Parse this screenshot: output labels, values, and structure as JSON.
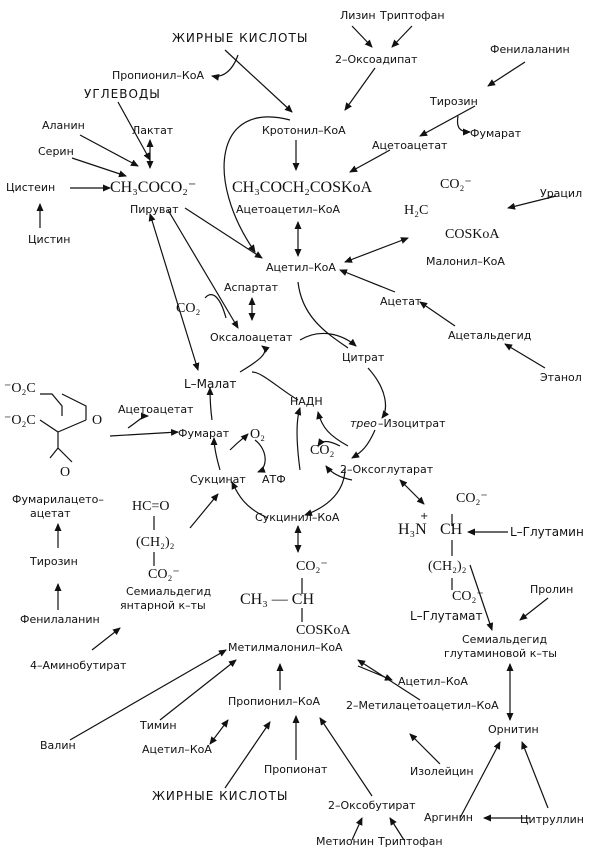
{
  "labels": {
    "lysine": "Лизин",
    "tryptophan_top": "Триптофан",
    "fatty_acids_top": "ЖИРНЫЕ КИСЛОТЫ",
    "oxoadipate": "2–Оксоадипат",
    "phenylalanine_top": "Фенилаланин",
    "propionyl_coa_top": "Пропионил–КоА",
    "carbohydrates": "УГЛЕВОДЫ",
    "tyrosine_top": "Тирозин",
    "alanine": "Аланин",
    "lactate": "Лактат",
    "crotonyl_coa": "Кротонил–КоА",
    "fumarate_top": "Фумарат",
    "serine": "Серин",
    "acetoacetate_top": "Ацетоацетат",
    "cysteine": "Цистеин",
    "pyruvate_formula": "CH₃COCO₂⁻",
    "acetoacetyl_formula": "CH₃COCH₂COSKoA",
    "uracil": "Урацил",
    "pyruvate": "Пируват",
    "acetoacetyl_coa": "Ацетоацетил–КоА",
    "cystine": "Цистин",
    "malonyl_co2": "CO₂⁻",
    "malonyl_h2c": "H₂C",
    "malonyl_cos": "COSKoA",
    "malonyl_coa": "Малонил–КоА",
    "acetyl_coa": "Ацетил–КоА",
    "aspartate": "Аспартат",
    "acetate": "Ацетат",
    "co2_left": "CO₂",
    "acetaldehyde": "Ацетальдегид",
    "oxaloacetate": "Оксалоацетат",
    "citrate": "Цитрат",
    "ethanol": "Этанол",
    "l_malate": "L–Малат",
    "nadh": "НАДН",
    "acetoacetate_left": "Ацетоацетат",
    "threo": "трео",
    "isocitrate": "–Изоцитрат",
    "fumarate": "Фумарат",
    "o2": "O₂",
    "co2_cycle": "CO₂",
    "oxoglutarate": "2–Оксоглутарат",
    "succinate": "Сукцинат",
    "atp": "АТФ",
    "fma_o2c": "⁻O₂C",
    "fma_o2c2": "⁻O₂C",
    "fma_o_top": "O",
    "fma_o_bottom": "O",
    "fumarylacetoacetate_1": "Фумарилацето–",
    "fumarylacetoacetate_2": "ацетат",
    "hc_o": "HC=O",
    "succinyl_coa": "Сукцинил–КоА",
    "glu_co2": "CO₂⁻",
    "glu_h3n": "H₃N",
    "glu_ch": "CH",
    "glu_plus": "+",
    "l_glutamine": "L–Глутамин",
    "ch2_2_left": "(CH₂)₂",
    "tyrosine_left": "Тирозин",
    "mm_co2": "CO₂⁻",
    "ch2_2_right": "(CH₂)₂",
    "proline": "Пролин",
    "co2_semi": "CO₂⁻",
    "semialdehyde_succ_1": "Семиальдегид",
    "semialdehyde_succ_2": "янтарной к–ты",
    "ch3_ch": "CH₃ — CH",
    "glu_co2_bottom": "CO₂⁻",
    "l_glutamate": "L–Глутамат",
    "phenylalanine_left": "Фенилаланин",
    "cos_koa": "COSKoA",
    "semialdehyde_glu_1": "Семиальдегид",
    "semialdehyde_glu_2": "глутаминовой к–ты",
    "aminobutyrate": "4–Аминобутират",
    "methylmalonyl_coa": "Метилмалонил–КоА",
    "acetyl_coa_right": "Ацетил–КоА",
    "propionyl_coa": "Пропионил–КоА",
    "methylacetoacetyl": "2–Метилацетоацетил–КоА",
    "thymine": "Тимин",
    "valine": "Валин",
    "ornithine": "Орнитин",
    "acetyl_coa_bottom": "Ацетил–КоА",
    "propionate": "Пропионат",
    "isoleucine": "Изолейцин",
    "fatty_acids_bottom": "ЖИРНЫЕ КИСЛОТЫ",
    "oxobutyrate": "2–Оксобутират",
    "arginine": "Аргинин",
    "citrulline": "Цитруллин",
    "methionine": "Метионин",
    "tryptophan_bottom": "Триптофан"
  }
}
